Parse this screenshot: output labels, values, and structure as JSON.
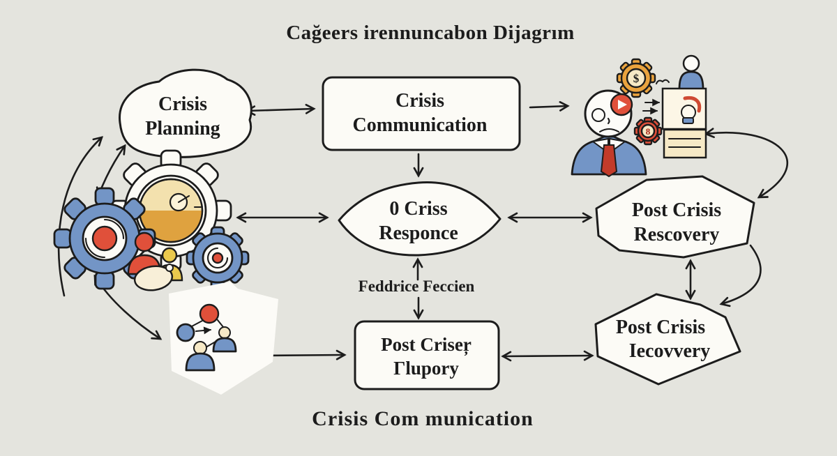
{
  "colors": {
    "bg": "#e4e4de",
    "ink": "#1c1c1c",
    "node": "#fcfbf6",
    "blue": "#7395c6",
    "red": "#e0503a",
    "yellow": "#eac94d",
    "cream": "#f6e9c6",
    "orange": "#eaa33e",
    "gold": "#dfa23f",
    "tie": "#c23b2a"
  },
  "title": "Cağeers irennuncabon Dijagrım",
  "footer": "Crisis Com munication",
  "nodes": {
    "planning": {
      "line1": "Crisis",
      "line2": "Planning"
    },
    "communication": {
      "line1": "Crisis",
      "line2": "Communication"
    },
    "response": {
      "line1": "0 Criss",
      "line2": "Responce"
    },
    "recovery_mid": {
      "line1": "Post Crisis",
      "line2": "Rescovery"
    },
    "report": {
      "line1": "Post Criseŗ",
      "line2": "Γlupory"
    },
    "recovery_bottom": {
      "line1": "Post Crisis",
      "line2": "Iecovvery"
    },
    "feedback_label": "Feddrice Feccien"
  },
  "icons": {
    "dollar_gear_label": "$",
    "number_gear_label": "8"
  }
}
